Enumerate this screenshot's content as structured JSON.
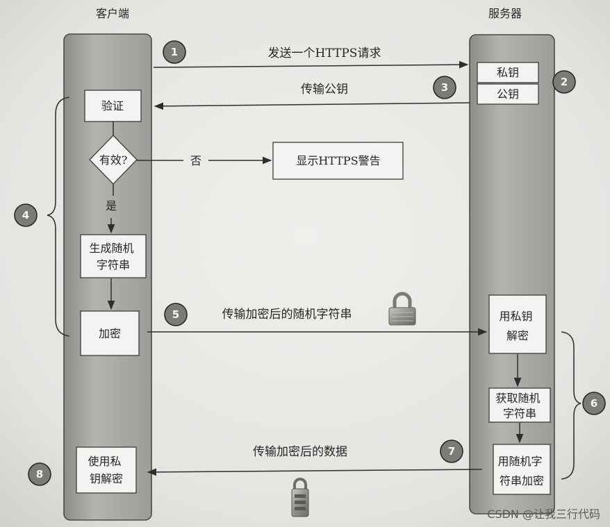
{
  "colors": {
    "paper": "#e8e8e5",
    "column": "#a6a6a3",
    "column_edge": "#4a4a48",
    "box": "#f3f3f1",
    "step_circle": "#7b7b78",
    "ink": "#262626"
  },
  "headers": {
    "client": "客户端",
    "server": "服务器"
  },
  "steps": [
    "1",
    "2",
    "3",
    "4",
    "5",
    "6",
    "7",
    "8"
  ],
  "messages": {
    "send_request": "发送一个HTTPS请求",
    "send_public_key": "传输公钥",
    "send_encrypted_string": "传输加密后的随机字符串",
    "send_encrypted_data": "传输加密后的数据"
  },
  "client": {
    "verify": "验证",
    "valid_question": "有效?",
    "no_label": "否",
    "yes_label": "是",
    "generate_random_string": [
      "生成随机",
      "字符串"
    ],
    "encrypt": "加密",
    "decrypt_with_private_key": [
      "使用私",
      "钥解密"
    ]
  },
  "warning": "显示HTTPS警告",
  "server": {
    "private_key": "私钥",
    "public_key": "公钥",
    "decrypt_with_private_key": [
      "用私钥",
      "解密"
    ],
    "obtain_random_string": [
      "获取随机",
      "字符串"
    ],
    "encrypt_with_random_string": [
      "用随机字",
      "符串加密"
    ]
  },
  "icons": {
    "transfer_lock": "padlock-icon",
    "data_lock": "combination-padlock-icon"
  },
  "watermark": "CSDN @让我三行代码"
}
